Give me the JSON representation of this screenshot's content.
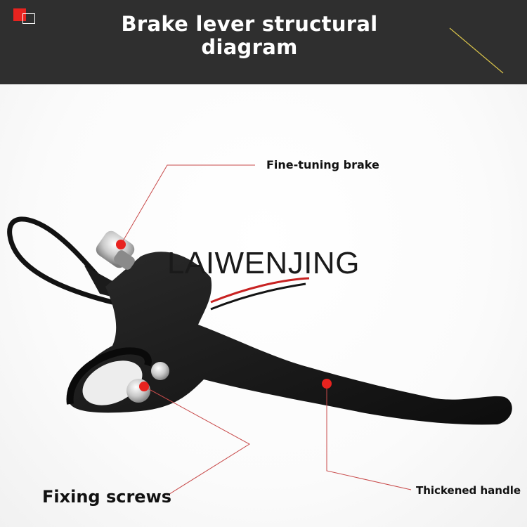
{
  "header": {
    "title": "Brake lever structural diagram",
    "background": "#2f2f2f"
  },
  "labels": {
    "fine_tuning": "Fine-tuning brake",
    "thickened_handle": "Thickened handle",
    "fixing_screws": "Fixing screws"
  },
  "watermark": "LAIWENJING",
  "colors": {
    "accent": "#e8231f",
    "leader_line": "#c84a4a",
    "lever_body": "#161616"
  }
}
